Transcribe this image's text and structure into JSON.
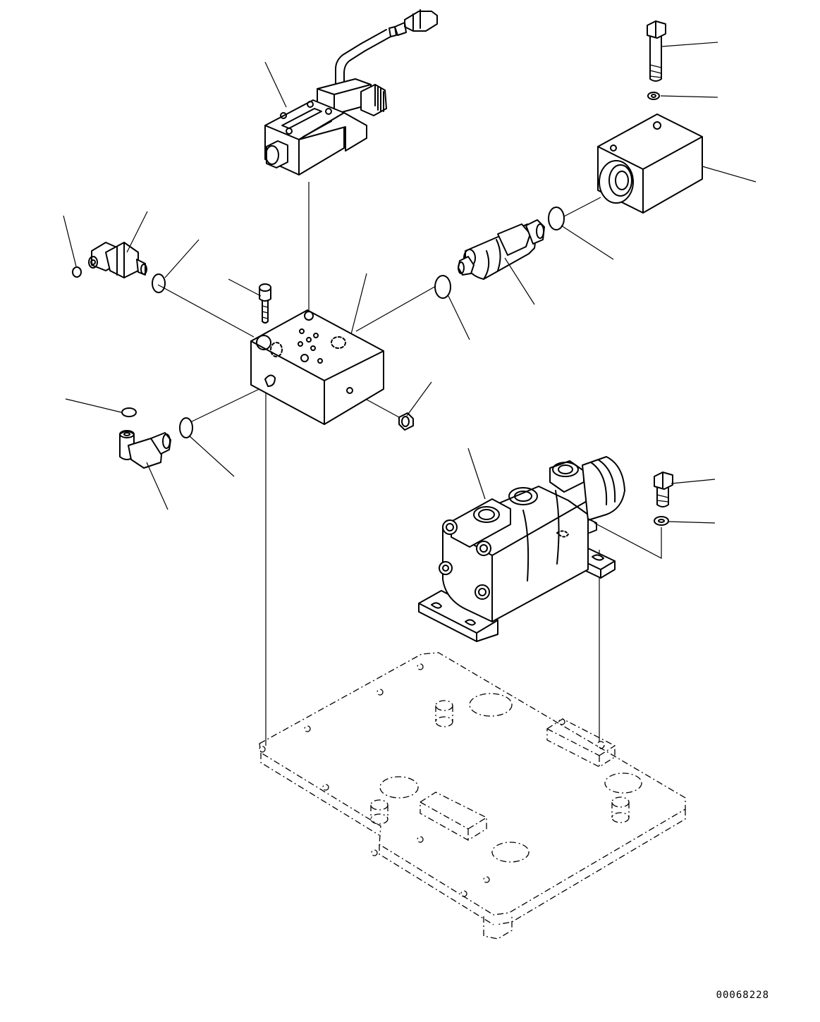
{
  "drawing": {
    "number": "00068228",
    "components": [
      "solenoid-valve",
      "manifold-block",
      "elbow-fitting-upper",
      "elbow-fitting-lower",
      "cartridge-valve",
      "valve-housing-block",
      "gear-flow-divider",
      "mounting-plate",
      "socket-head-bolt",
      "hex-bolt",
      "washer",
      "o-ring",
      "plug"
    ]
  }
}
